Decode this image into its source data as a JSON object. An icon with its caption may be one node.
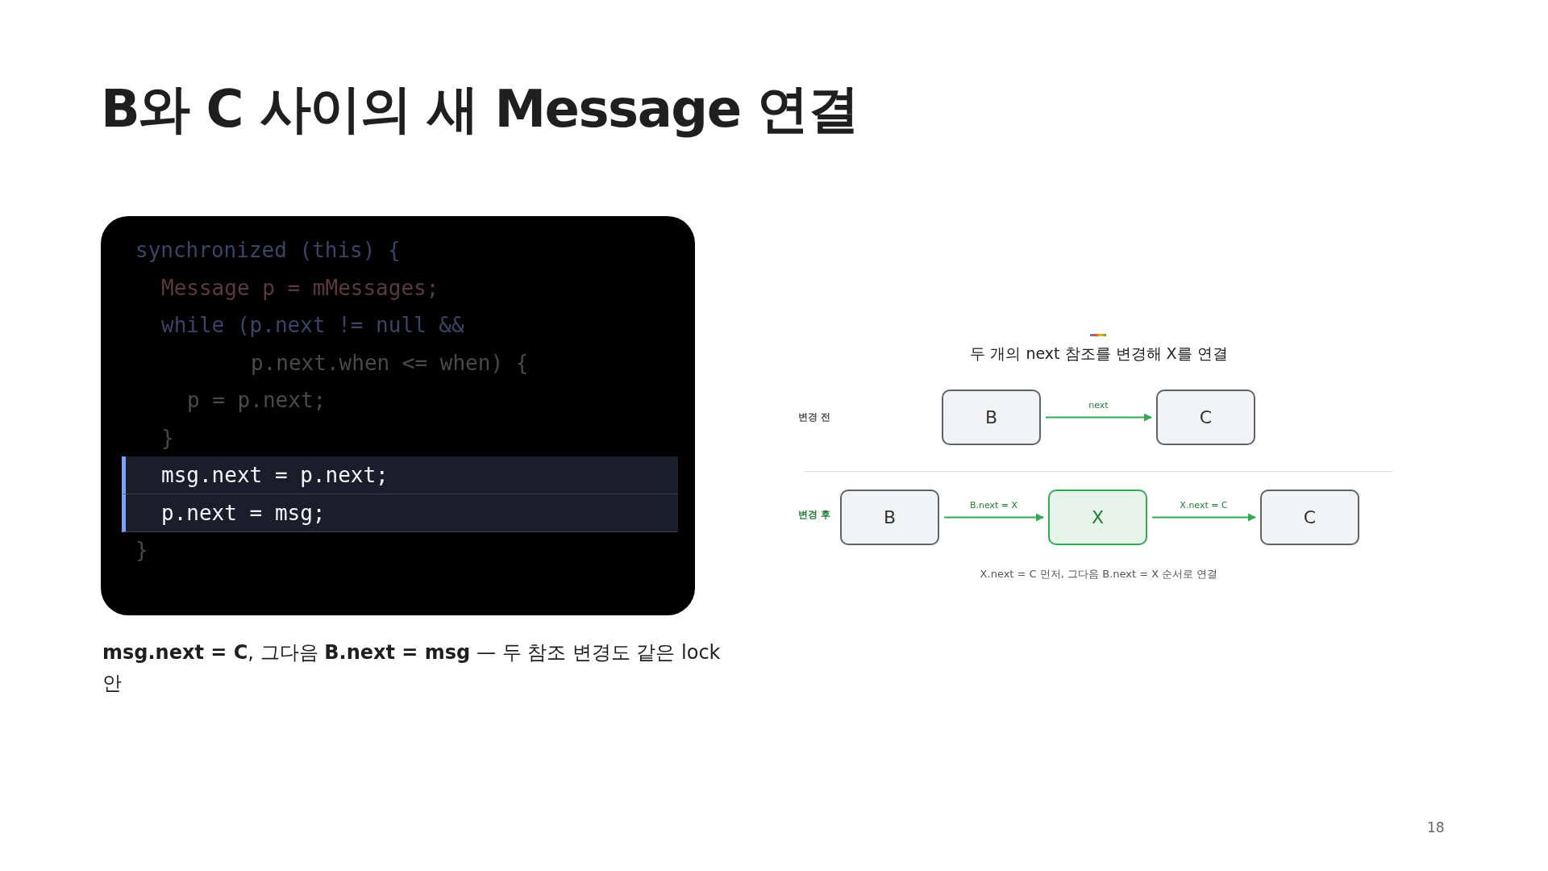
{
  "diagram": {
    "title": "B와 C 사이의 새 Message 연결",
    "nodes": [
      {
        "text": [
          "B"
        ]
      },
      {
        "text": [
          "C"
        ]
      },
      {
        "text": [
          "B"
        ]
      },
      {
        "text": [
          "X"
        ]
      },
      {
        "text": [
          "C"
        ]
      }
    ],
    "edges": [
      {
        "from": 0,
        "to": 1,
        "arrow": "to",
        "label": "next"
      },
      {
        "from": 2,
        "to": 3,
        "arrow": "to",
        "label": "B.next = X"
      },
      {
        "from": 3,
        "to": 4,
        "arrow": "to",
        "label": "X.next = C"
      }
    ],
    "labels": [
      "synchronized (this) {",
      "Message p = mMessages;",
      "while (p.next != null &&",
      "p.next.when <= when) {",
      "p = p.next;",
      "}",
      "msg.next = p.next;",
      "p.next = msg;",
      "}",
      "**msg.next = C**, 그다음 **B.next = msg** — 두 참조 변경도 같은 lock 안",
      "두 개의 next 참조를 변경해 X를 연결",
      "변경 전",
      "변경 후",
      "X.next = C 먼저, 그다음 B.next = X 순서로 연결",
      "18"
    ]
  }
}
